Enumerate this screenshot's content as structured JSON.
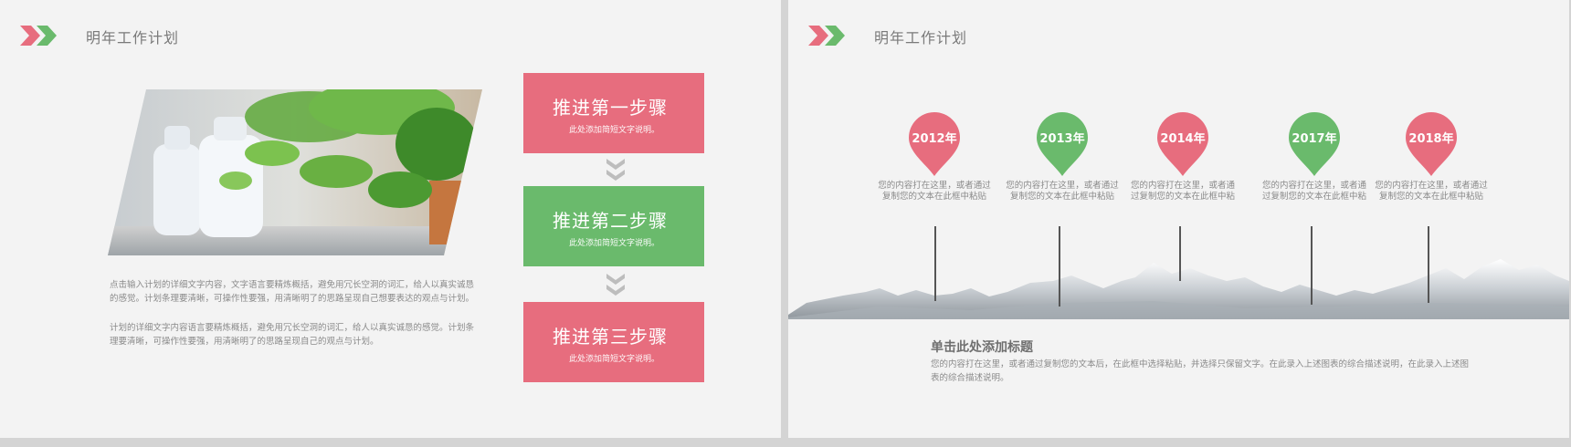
{
  "colors": {
    "pink": "#e76d7e",
    "green": "#6aba6c",
    "background": "#f3f3f3"
  },
  "left_slide": {
    "title": "明年工作计划",
    "logo_icon": "double-chevron-icon",
    "photo_icon": "plant-vase-photo",
    "paragraph1": "点击输入计划的详细文字内容，文字语言要精炼概括，避免用冗长空洞的词汇，给人以真实诚恳的感觉。计划条理要清晰，可操作性要强，用清晰明了的思路呈现自己想要表达的观点与计划。",
    "paragraph2": "计划的详细文字内容语言要精炼概括，避免用冗长空洞的词汇，给人以真实诚恳的感觉。计划条理要清晰，可操作性要强，用清晰明了的思路呈现自己的观点与计划。",
    "steps": [
      {
        "title": "推进第一步骤",
        "desc": "此处添加简短文字说明。",
        "color": "pink"
      },
      {
        "title": "推进第二步骤",
        "desc": "此处添加简短文字说明。",
        "color": "green"
      },
      {
        "title": "推进第三步骤",
        "desc": "此处添加简短文字说明。",
        "color": "pink"
      }
    ],
    "arrow_icon": "double-chevron-down-icon"
  },
  "right_slide": {
    "title": "明年工作计划",
    "timeline": [
      {
        "year": "2012年",
        "desc_line1": "您的内容打在这里，或者通过",
        "desc_line2": "复制您的文本在此框中粘贴",
        "color": "pink"
      },
      {
        "year": "2013年",
        "desc_line1": "您的内容打在这里，或者通过",
        "desc_line2": "复制您的文本在此框中粘贴",
        "color": "green"
      },
      {
        "year": "2014年",
        "desc_line1": "您的内容打在这里，或者通",
        "desc_line2": "过复制您的文本在此框中粘",
        "color": "pink"
      },
      {
        "year": "2017年",
        "desc_line1": "您的内容打在这里，或者通",
        "desc_line2": "过复制您的文本在此框中粘",
        "color": "green"
      },
      {
        "year": "2018年",
        "desc_line1": "您的内容打在这里，或者通过",
        "desc_line2": "复制您的文本在此框中粘贴",
        "color": "pink"
      }
    ],
    "mountain_icon": "snow-mountain-range-image",
    "subtitle": "单击此处添加标题",
    "subdesc": "您的内容打在这里，或者通过复制您的文本后，在此框中选择粘贴，并选择只保留文字。在此录入上述图表的综合描述说明，在此录入上述图表的综合描述说明。"
  }
}
